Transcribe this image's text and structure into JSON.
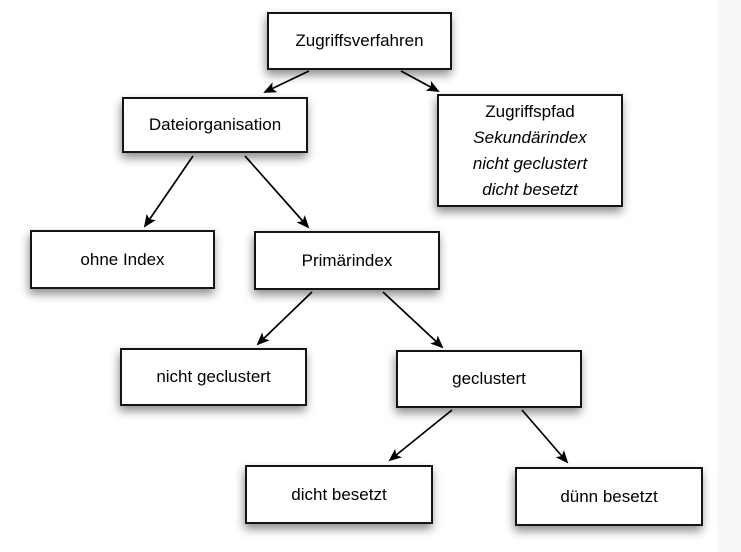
{
  "nodes": [
    {
      "id": "zugriffsverfahren",
      "lines": [
        {
          "text": "Zugriffsverfahren",
          "italic": false
        }
      ]
    },
    {
      "id": "dateiorganisation",
      "lines": [
        {
          "text": "Dateiorganisation",
          "italic": false
        }
      ]
    },
    {
      "id": "zugriffspfad",
      "lines": [
        {
          "text": "Zugriffspfad",
          "italic": false
        },
        {
          "text": "Sekundärindex",
          "italic": true
        },
        {
          "text": "nicht geclustert",
          "italic": true
        },
        {
          "text": "dicht besetzt",
          "italic": true
        }
      ]
    },
    {
      "id": "ohne-index",
      "lines": [
        {
          "text": "ohne Index",
          "italic": false
        }
      ]
    },
    {
      "id": "primaerindex",
      "lines": [
        {
          "text": "Primärindex",
          "italic": false
        }
      ]
    },
    {
      "id": "nicht-geclustert",
      "lines": [
        {
          "text": "nicht geclustert",
          "italic": false
        }
      ]
    },
    {
      "id": "geclustert",
      "lines": [
        {
          "text": "geclustert",
          "italic": false
        }
      ]
    },
    {
      "id": "dicht-besetzt",
      "lines": [
        {
          "text": "dicht besetzt",
          "italic": false
        }
      ]
    },
    {
      "id": "duenn-besetzt",
      "lines": [
        {
          "text": "dünn besetzt",
          "italic": false
        }
      ]
    }
  ],
  "edges": [
    {
      "from": "zugriffsverfahren",
      "to": "dateiorganisation"
    },
    {
      "from": "zugriffsverfahren",
      "to": "zugriffspfad"
    },
    {
      "from": "dateiorganisation",
      "to": "ohne-index"
    },
    {
      "from": "dateiorganisation",
      "to": "primaerindex"
    },
    {
      "from": "primaerindex",
      "to": "nicht-geclustert"
    },
    {
      "from": "primaerindex",
      "to": "geclustert"
    },
    {
      "from": "geclustert",
      "to": "dicht-besetzt"
    },
    {
      "from": "geclustert",
      "to": "duenn-besetzt"
    }
  ],
  "colors": {
    "box_border": "#141414",
    "box_fill": "#ffffff",
    "text": "#000000",
    "arrow": "#000000",
    "canvas_bg": "#ffffff",
    "right_strip": "#f8f8f8"
  }
}
